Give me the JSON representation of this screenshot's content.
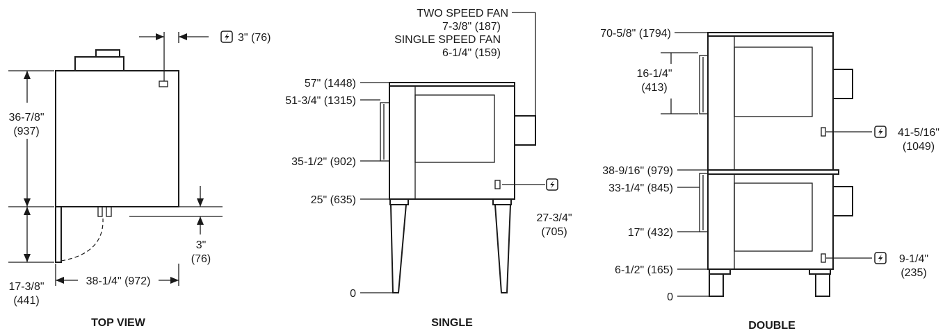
{
  "views": {
    "top": {
      "caption": "TOP VIEW",
      "clearance_top": "3\" (76)",
      "depth_in": "36-7/8\"",
      "depth_mm": "(937)",
      "door_in": "17-3/8\"",
      "door_mm": "(441)",
      "width": "38-1/4\" (972)",
      "gap_in": "3\"",
      "gap_mm": "(76)"
    },
    "single": {
      "caption": "SINGLE",
      "two_speed_fan": "TWO SPEED FAN",
      "two_speed_dim": "7-3/8\" (187)",
      "single_speed_fan": "SINGLE SPEED FAN",
      "single_speed_dim": "6-1/4\" (159)",
      "h_57": "57\" (1448)",
      "h_51": "51-3/4\" (1315)",
      "h_35": "35-1/2\" (902)",
      "h_25": "25\" (635)",
      "h_0": "0",
      "elec_in": "27-3/4\"",
      "elec_mm": "(705)"
    },
    "double": {
      "caption": "DOUBLE",
      "h_70": "70-5/8\" (1794)",
      "window_in": "16-1/4\"",
      "window_mm": "(413)",
      "h_38": "38-9/16\" (979)",
      "h_33": "33-1/4\" (845)",
      "h_17": "17\" (432)",
      "h_6": "6-1/2\" (165)",
      "h_0": "0",
      "elec_upper_in": "41-5/16\"",
      "elec_upper_mm": "(1049)",
      "elec_lower_in": "9-1/4\"",
      "elec_lower_mm": "(235)"
    }
  },
  "icons": [
    "electrical-connection-icon"
  ]
}
